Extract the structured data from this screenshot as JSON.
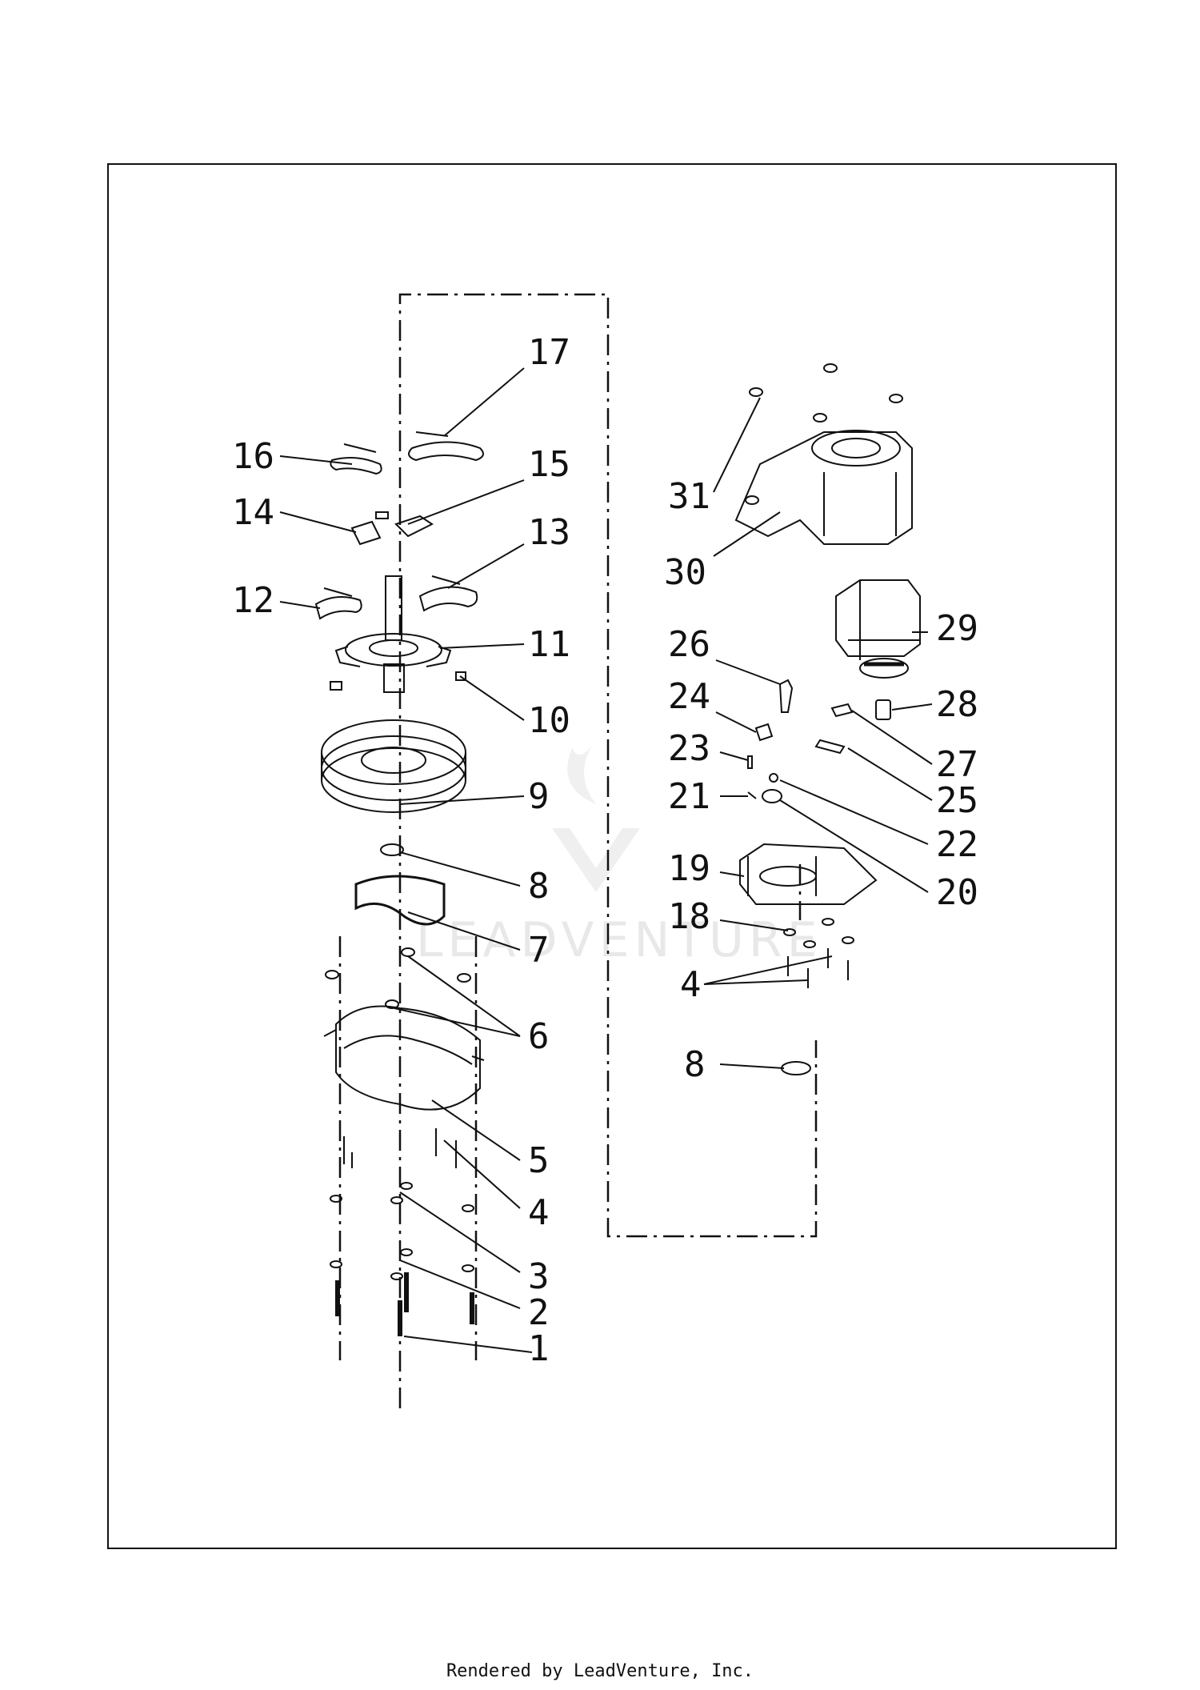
{
  "diagram": {
    "watermark": "LEADVENTURE",
    "callouts": [
      "1",
      "2",
      "3",
      "4",
      "5",
      "6",
      "7",
      "8",
      "9",
      "10",
      "11",
      "12",
      "13",
      "14",
      "15",
      "16",
      "17",
      "18",
      "19",
      "20",
      "21",
      "22",
      "23",
      "24",
      "25",
      "26",
      "27",
      "28",
      "29",
      "30",
      "31",
      "4",
      "8"
    ]
  },
  "footer": "Rendered by LeadVenture, Inc."
}
